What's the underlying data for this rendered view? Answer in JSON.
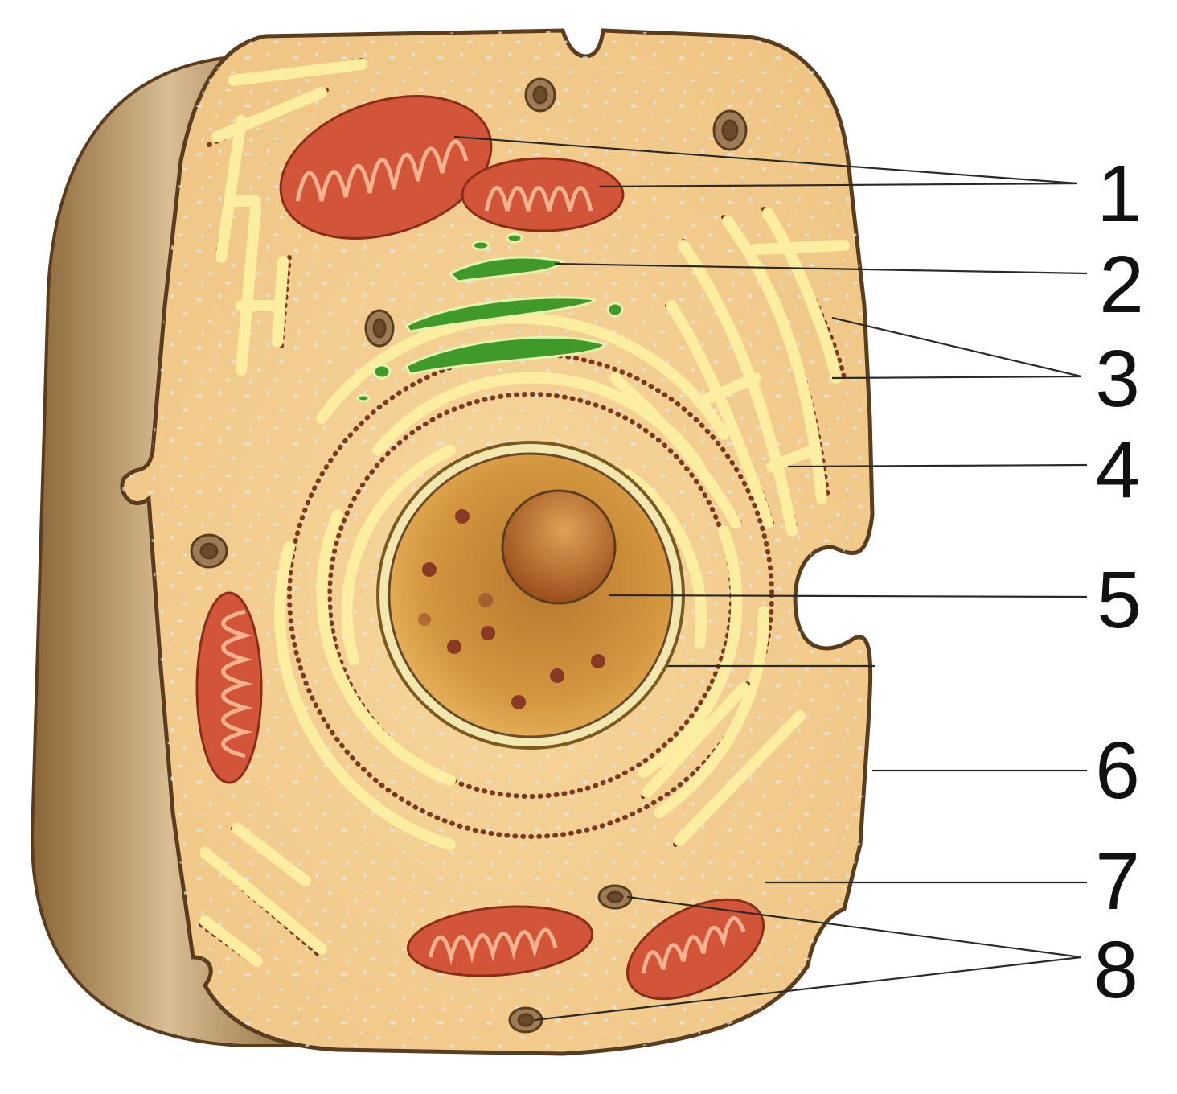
{
  "diagram": {
    "callouts": [
      {
        "id": "c1",
        "label": "1"
      },
      {
        "id": "c2",
        "label": "2"
      },
      {
        "id": "c3",
        "label": "3"
      },
      {
        "id": "c4",
        "label": "4"
      },
      {
        "id": "c5",
        "label": "5"
      },
      {
        "id": "c6",
        "label": "6"
      },
      {
        "id": "c7",
        "label": "7"
      },
      {
        "id": "c8",
        "label": "8"
      }
    ]
  },
  "colors": {
    "background": "#ffffff",
    "cell_side": "#9a7543",
    "cell_side_light": "#d6b88e",
    "cytoplasm": "#f3cd8f",
    "membrane": "#5a3d1e",
    "er_fill": "#fbeea0",
    "er_stroke": "#7a5a20",
    "ribosome": "#7a3a22",
    "mitochondrion": "#d2553a",
    "golgi": "#3f9a2a",
    "nucleus": "#c98a3a",
    "nucleolus": "#a8581f",
    "vesicle": "#8b6a4a"
  }
}
